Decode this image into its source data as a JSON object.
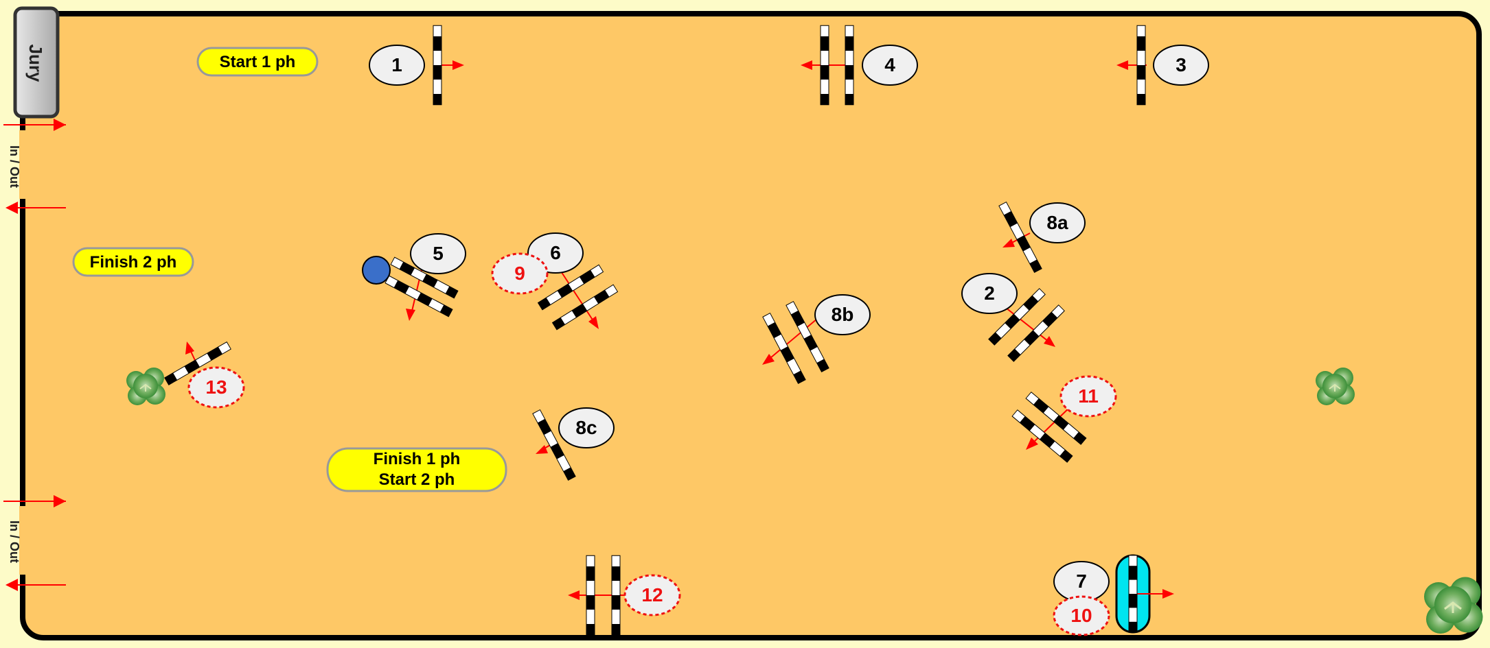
{
  "jury": {
    "label": "Jury"
  },
  "entrances": [
    {
      "label": "In / Out"
    },
    {
      "label": "In / Out"
    }
  ],
  "phase_labels": {
    "start_1": "Start 1 ph",
    "finish_2": "Finish 2 ph",
    "finish_1": "Finish 1 ph",
    "start_2": "Start 2 ph"
  },
  "obstacles": {
    "o1": "1",
    "o2": "2",
    "o3": "3",
    "o4": "4",
    "o5": "5",
    "o6": "6",
    "o7": "7",
    "o8a": "8a",
    "o8b": "8b",
    "o8c": "8c",
    "o9": "9",
    "o10": "10",
    "o11": "11",
    "o12": "12",
    "o13": "13"
  },
  "colors": {
    "arena": "#fec866",
    "outer": "#fdfbc8",
    "phase_label_fill": "#ffff00",
    "second_phase_text": "#ee1111",
    "arrow": "#ff0000",
    "water": "#00e5f0",
    "wing_circle": "#3a6fc9",
    "tree": "#4da34a"
  },
  "icons": [
    "tree-icon",
    "direction-arrow-icon",
    "rail-icon"
  ]
}
